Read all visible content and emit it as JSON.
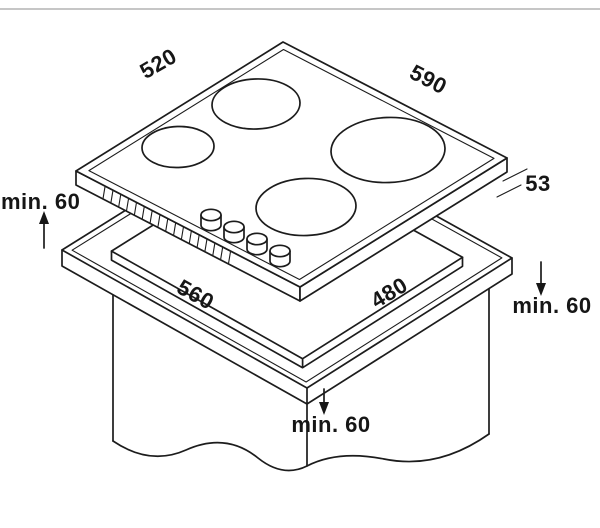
{
  "colors": {
    "background": "#ffffff",
    "line": "#1c1c1c",
    "scan_border": "#c6c6c6"
  },
  "diagram": {
    "dimensions": {
      "hob_depth": "520",
      "hob_width": "590",
      "hob_height": "53",
      "cutout_width": "560",
      "cutout_depth": "480",
      "clearance_left": "min. 60",
      "clearance_right": "min. 60",
      "clearance_front": "min. 60"
    }
  }
}
